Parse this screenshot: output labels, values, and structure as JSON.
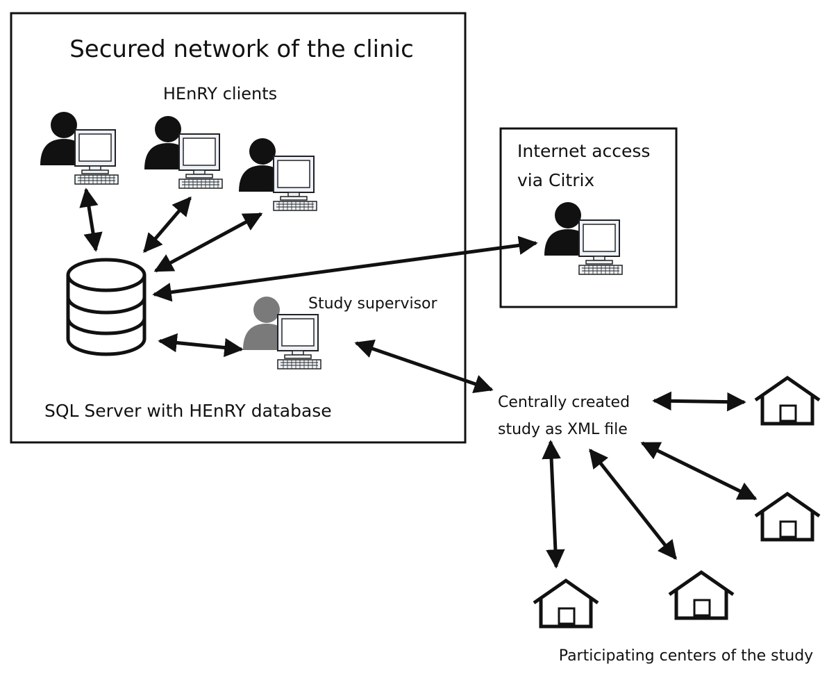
{
  "clinic": {
    "title": "Secured network of the clinic",
    "clients_label": "HEnRY clients",
    "database_label": "SQL Server with HEnRY database",
    "supervisor_label": "Study supervisor"
  },
  "citrix": {
    "line1": "Internet access",
    "line2": "via Citrix"
  },
  "xml": {
    "line1": "Centrally created",
    "line2": "study as XML file"
  },
  "centers": {
    "label": "Participating centers of the study"
  },
  "colors": {
    "user_dark": "#111111",
    "user_supervisor": "#7a7a7a",
    "monitor_fill": "#eef2f8",
    "line": "#111111"
  },
  "icons": {
    "client_user": "person-with-computer-icon",
    "database": "database-icon",
    "center": "house-icon"
  }
}
